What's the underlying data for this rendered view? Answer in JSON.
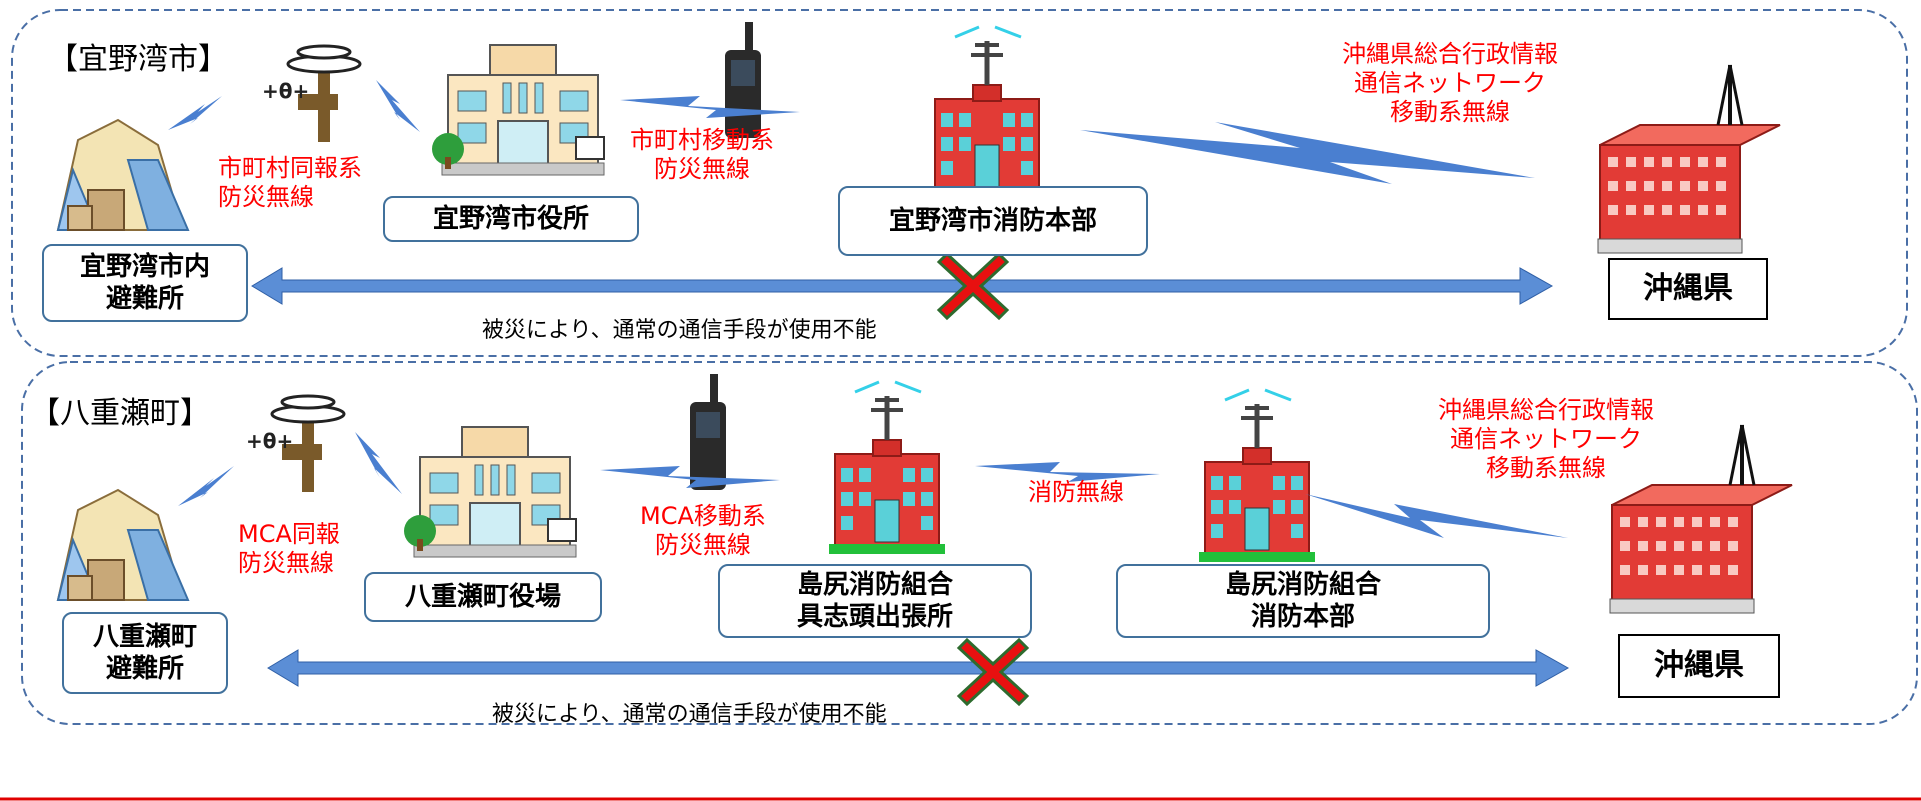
{
  "colors": {
    "accent_text": "#ff0000",
    "box_border": "#41719c",
    "arrow": "#4a7fd0",
    "cross": "#e81010"
  },
  "panels": [
    {
      "title": "【宜野湾市】",
      "shelter": "宜野湾市内\n避難所",
      "office": "宜野湾市役所",
      "fire_hq": "宜野湾市消防本部",
      "prefecture": "沖縄県",
      "label_broadcast": "市町村同報系\n防災無線",
      "label_mobile": "市町村移動系\n防災無線",
      "label_prefnet": "沖縄県総合行政情報\n通信ネットワーク\n移動系無線",
      "note": "被災により、通常の通信手段が使用不能"
    },
    {
      "title": "【八重瀬町】",
      "shelter": "八重瀬町\n避難所",
      "office": "八重瀬町役場",
      "fire_branch": "島尻消防組合\n具志頭出張所",
      "fire_hq": "島尻消防組合\n消防本部",
      "prefecture": "沖縄県",
      "label_broadcast": "MCA同報\n防災無線",
      "label_mobile": "MCA移動系\n防災無線",
      "label_fire": "消防無線",
      "label_prefnet": "沖縄県総合行政情報\n通信ネットワーク\n移動系無線",
      "note": "被災により、通常の通信手段が使用不能"
    }
  ]
}
